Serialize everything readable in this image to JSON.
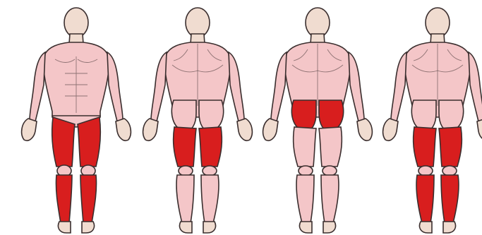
{
  "figures": [
    {
      "id": "front",
      "view": "front",
      "highlighted": [
        "quadriceps",
        "tibialis-anterior"
      ]
    },
    {
      "id": "back-1",
      "view": "back",
      "highlighted": [
        "hamstrings"
      ]
    },
    {
      "id": "back-2",
      "view": "back",
      "highlighted": [
        "glutes"
      ]
    },
    {
      "id": "back-3",
      "view": "back",
      "highlighted": [
        "hamstrings",
        "calves"
      ]
    }
  ],
  "colors": {
    "skin": "#f0dcd0",
    "muscle": "#f4c6c8",
    "outline": "#3a2e2e",
    "highlight": "#d81e1e",
    "highlight_shade": "#a81414",
    "background": "#ffffff"
  }
}
